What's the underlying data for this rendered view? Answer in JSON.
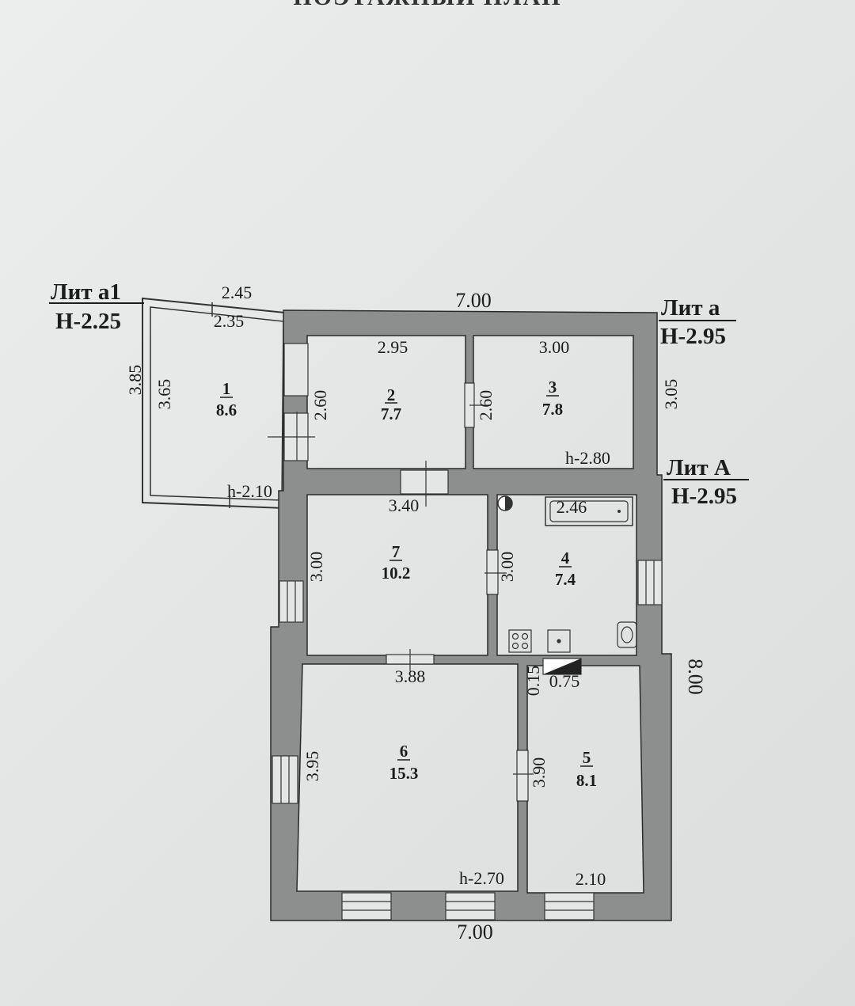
{
  "plan": {
    "title": "ПОЭТАЖНЫЙ ПЛАН",
    "dimensions": {
      "top_overall": "7.00",
      "bottom_overall": "7.00",
      "right_overall": "8.00",
      "annex_outer_width": "2.45",
      "annex_inner_width": "2.35",
      "annex_outer_height": "3.85",
      "annex_inner_height": "3.65",
      "rear_right_height": "3.05",
      "closet_width": "0.75",
      "closet_depth": "0.15"
    },
    "labels": {
      "lit_a1": "Лит а1",
      "lit_a1_height": "Н-2.25",
      "lit_a": "Лит а",
      "lit_a_height": "Н-2.95",
      "lit_A": "Лит А",
      "lit_A_height": "Н-2.95"
    },
    "rooms": [
      {
        "number": "1",
        "area": "8.6",
        "width": "",
        "depth": "",
        "height": "h-2.10"
      },
      {
        "number": "2",
        "area": "7.7",
        "width": "2.95",
        "depth": "2.60",
        "height": ""
      },
      {
        "number": "3",
        "area": "7.8",
        "width": "3.00",
        "depth": "2.60",
        "height": "h-2.80"
      },
      {
        "number": "4",
        "area": "7.4",
        "width": "2.46",
        "depth": "3.00",
        "height": ""
      },
      {
        "number": "5",
        "area": "8.1",
        "width": "2.10",
        "depth": "3.90",
        "height": ""
      },
      {
        "number": "6",
        "area": "15.3",
        "width": "3.88",
        "depth": "3.95",
        "height": "h-2.70"
      },
      {
        "number": "7",
        "area": "10.2",
        "width": "3.40",
        "depth": "3.00",
        "height": ""
      }
    ]
  }
}
